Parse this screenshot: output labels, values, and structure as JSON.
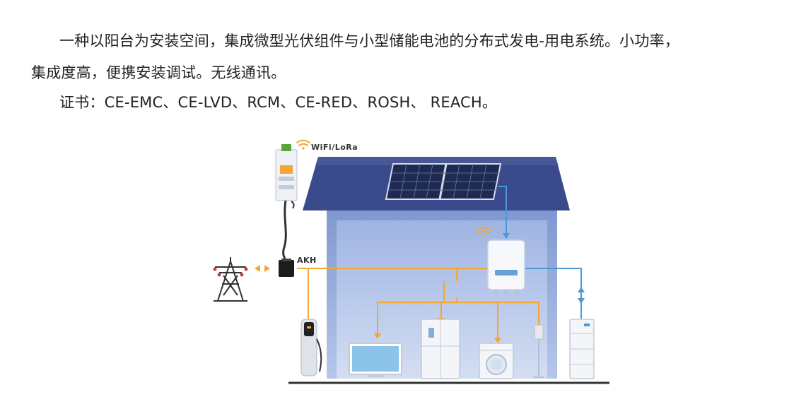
{
  "text": {
    "line1": "一种以阳台为安装空间，集成微型光伏组件与小型储能电池的分布式发电-用电系统。小功率，",
    "line2": "集成度高，便携安装调试。无线通讯。",
    "line3": "证书：CE-EMC、CE-LVD、RCM、CE-RED、ROSH、 REACH。"
  },
  "diagram": {
    "wifi_label": "WiFi/LoRa",
    "meter_label": "AKH"
  },
  "colors": {
    "roof": "#3b4a8c",
    "wall": "#8ea6d8",
    "wall_inner": "#a9bde6",
    "power_line": "#f4a632",
    "data_line": "#4a98d6",
    "wifi": "#f4a632"
  }
}
